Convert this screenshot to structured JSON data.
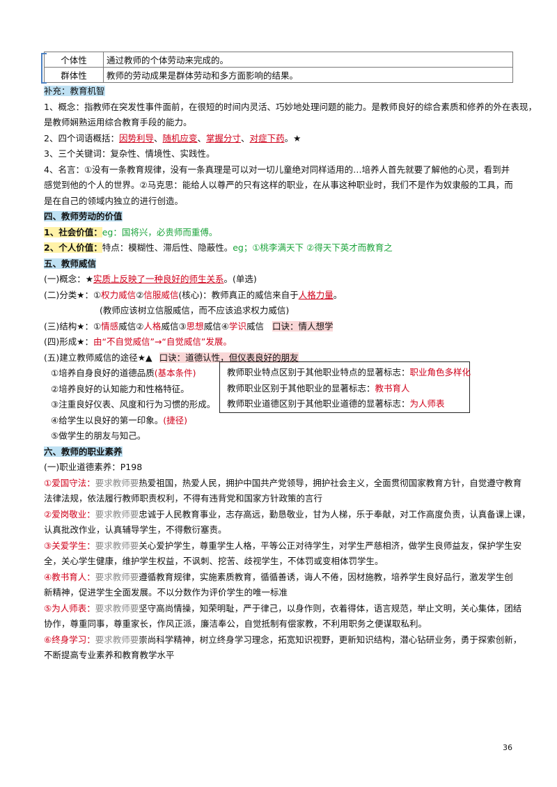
{
  "table": {
    "rows": [
      {
        "key": "个体性",
        "val": "通过教师的个体劳动来完成的。"
      },
      {
        "key": "群体性",
        "val": "教师的劳动成果是群体劳动和多方面影响的结果。"
      }
    ]
  },
  "supplement": {
    "title": "补充：教育机智",
    "p1a": "1、概念：指教师在突发性事件面前，在很短的时间内灵活、巧妙地处理问题的能力。是教师良好的综合素质和修养的外在表现，",
    "p1b": "是教师娴熟运用综合教育手段的能力。",
    "p2_prefix": "2、四个词语概括：",
    "p2_items": [
      "因势利导",
      "随机应变",
      "掌握分寸",
      "对症下药"
    ],
    "p2_sep": "、",
    "p2_suffix": "。★",
    "p3": "3、三个关键词：复杂性、情境性、实践性。",
    "p4a": "4、名言：①没有一条教育规律，没有一条真理是可以对一切儿童绝对同样适用的…培养人首先就要了解他的心灵，看到并",
    "p4b": "感觉到他的个人的世界。②马克思：能给人以尊严的只有这样的职业，在从事这种职业时，我们不是作为奴隶般的工具，而",
    "p4c": "是在自己的领域内独立的进行创造。"
  },
  "s4": {
    "title": "四、教师劳动的价值",
    "l1_label": "1、社会价值：",
    "l1_eg": "eg：国将兴，必贵师而重傅。",
    "l2_label": "2、个人价值：",
    "l2_text": "特点：模糊性、滞后性、隐蔽性。",
    "l2_eg": "eg；①桃李满天下 ②得天下英才而教育之"
  },
  "s5": {
    "title": "五、教师威信",
    "c1_a": "(一)概念：★",
    "c1_red": "实质上反映了一种良好的师生关系",
    "c1_b": "。(单选)",
    "c2_a": "(二)分类★：①",
    "c2_r1": "权力威信",
    "c2_m": "②",
    "c2_r2": "信服威信",
    "c2_b": "(核心)：教师真正的威信来自于",
    "c2_r3": "人格力量",
    "c2_c": "。",
    "c2_note": "(教师应该树立信服威信，而不应该追求权力威信)",
    "c3_a": "(三)结构★：①",
    "c3_items": [
      "情感",
      "人格",
      "思想",
      "学识"
    ],
    "c3_sfx": "威信",
    "c3_nums": [
      "②",
      "③",
      "④"
    ],
    "c3_mnemonic": "口诀：情人想学",
    "c4_a": "(四)形成★：",
    "c4_red": "由“不自觉威信”→“自觉威信”发展。",
    "c5_a": "(五)建立教师威信的途径★▲",
    "c5_mnemonic": "口诀：道德认性，但仪表良好的朋友",
    "ways": [
      {
        "t": "①培养自身良好的道德品质",
        "r": "(基本条件)"
      },
      {
        "t": "②培养良好的认知能力和性格特征。",
        "r": ""
      },
      {
        "t": "③注重良好仪表、风度和行为习惯的形成。",
        "r": ""
      },
      {
        "t": "④给学生以良好的第一印象。",
        "r": "(捷径)"
      },
      {
        "t": "⑤做学生的朋友与知己。",
        "r": ""
      }
    ],
    "box": [
      {
        "t": "教师职业特点区别于其他职业特点的显著标志：",
        "r": "职业角色多样化"
      },
      {
        "t": "教师职业区别于其他职业的显著标志：",
        "r": "教书育人"
      },
      {
        "t": "教师职业道德区别于其他职业道德的显著标志：",
        "r": "为人师表"
      }
    ]
  },
  "s6": {
    "title": "六、教师的职业素养",
    "sub": "(一)职业道德素养：P198",
    "req": "要求教师要",
    "items": [
      {
        "n": "①爱国守法：",
        "a": "热爱祖国，热爱人民，拥护中国共产党领导，拥护社会主义，全面贯彻国家教育方针，自觉遵守教育",
        "b": "法律法规，依法履行教师职责权利，不得有违背党和国家方针政策的言行"
      },
      {
        "n": "②爱岗敬业：",
        "a": "忠诚于人民教育事业，志存高远，勤恳敬业，甘为人梯，乐于奉献，对工作高度负责，认真备课上课，",
        "b": "认真批改作业，认真辅导学生，不得敷衍塞责。"
      },
      {
        "n": "③关爱学生：",
        "a": "关心爱护学生，尊重学生人格，平等公正对待学生，对学生严慈相济，做学生良师益友，保护学生安",
        "b": "全，关心学生健康，维护学生权益，不讽刺、挖苦、歧视学生，不体罚或变相体罚学生。"
      },
      {
        "n": "④教书育人：",
        "a": "遵循教育规律，实施素质教育，循循善诱，诲人不倦，因材施教，培养学生良好品行，激发学生创",
        "b": "新精神，促进学生全面发展。不以分数作为评价学生的唯一标准"
      },
      {
        "n": "⑤为人师表：",
        "a": "坚守高尚情操，知荣明耻，严于律己，以身作则，衣着得体，语言规范，举止文明，关心集体，团结",
        "b": "协作，尊重同事，尊重家长，作风正派，廉洁奉公，自觉抵制有偿家教，不利用职务之便谋取私利。"
      },
      {
        "n": "⑥终身学习：",
        "a": "崇尚科学精神，树立终身学习理念，拓宽知识视野，更新知识结构，潜心钻研业务，勇于探索创新，",
        "b": "不断提高专业素养和教育教学水平"
      }
    ]
  },
  "page_number": "36"
}
